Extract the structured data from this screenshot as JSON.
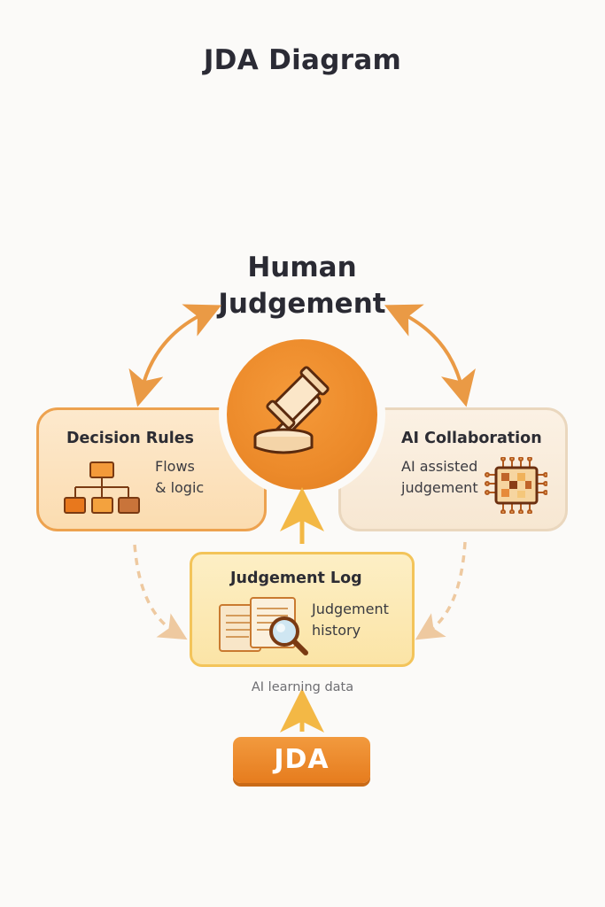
{
  "title": "JDA Diagram",
  "center": {
    "title_line1": "Human",
    "title_line2": "Judgement",
    "icon": "gavel-icon"
  },
  "decision_rules": {
    "title": "Decision Rules",
    "text_line1": "Flows",
    "text_line2": "& logic",
    "icon": "flowchart-icon"
  },
  "ai_collaboration": {
    "title": "AI Collaboration",
    "text_line1": "AI assisted",
    "text_line2": "judgement",
    "icon": "chip-icon"
  },
  "judgement_log": {
    "title": "Judgement Log",
    "text_line1": "Judgement",
    "text_line2": "history",
    "icon": "document-search-icon"
  },
  "ai_learning_label": "AI learning data",
  "jda_button": "JDA",
  "colors": {
    "orange": "#ec8a2a",
    "light_orange": "#fbdcb0",
    "beige": "#f7e7d2",
    "yellow": "#fbe4a6",
    "arrow": "#ea9a45",
    "dashed_arrow": "#eec9a0"
  }
}
